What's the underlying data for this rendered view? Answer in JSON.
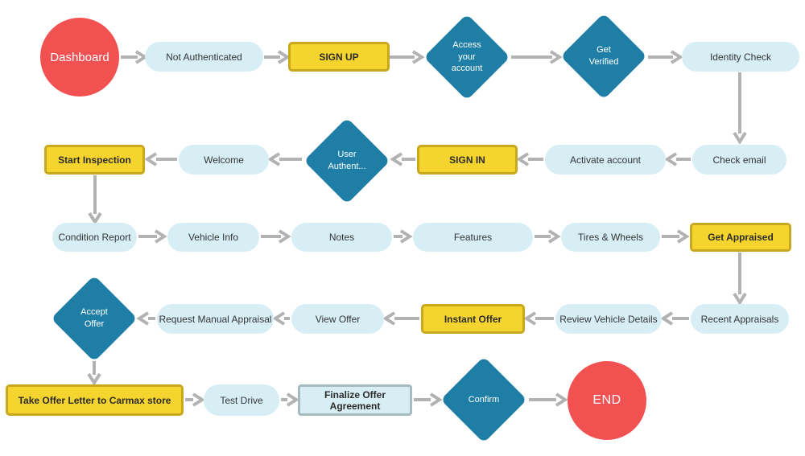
{
  "colors": {
    "red": "#F25152",
    "teal": "#1E7EA5",
    "yellow": "#F6D42E",
    "yellow-border": "#C7A81F",
    "pill": "#D7EFF4",
    "sub-border": "#A6BAC0",
    "arrow": "#B2B2B2"
  },
  "nodes": {
    "dashboard": {
      "label": "Dashboard",
      "type": "start"
    },
    "not_authenticated": {
      "label": "Not Authenticated",
      "type": "pill"
    },
    "sign_up": {
      "label": "SIGN UP",
      "type": "process"
    },
    "access_account": {
      "label": "Access your account",
      "type": "decision"
    },
    "get_verified": {
      "label": "Get Verified",
      "type": "decision"
    },
    "identity_check": {
      "label": "Identity Check",
      "type": "pill"
    },
    "check_email": {
      "label": "Check email",
      "type": "pill"
    },
    "activate_account": {
      "label": "Activate account",
      "type": "pill"
    },
    "sign_in": {
      "label": "SIGN IN",
      "type": "process"
    },
    "user_authenticated": {
      "label": "User Authent...",
      "type": "decision"
    },
    "welcome": {
      "label": "Welcome",
      "type": "pill"
    },
    "start_inspection": {
      "label": "Start Inspection",
      "type": "process"
    },
    "condition_report": {
      "label": "Condition Report",
      "type": "pill"
    },
    "vehicle_info": {
      "label": "Vehicle Info",
      "type": "pill"
    },
    "notes": {
      "label": "Notes",
      "type": "pill"
    },
    "features": {
      "label": "Features",
      "type": "pill"
    },
    "tires_wheels": {
      "label": "Tires & Wheels",
      "type": "pill"
    },
    "get_appraised": {
      "label": "Get Appraised",
      "type": "process"
    },
    "recent_appraisals": {
      "label": "Recent Appraisals",
      "type": "pill"
    },
    "review_vehicle_details": {
      "label": "Review Vehicle Details",
      "type": "pill"
    },
    "instant_offer": {
      "label": "Instant Offer",
      "type": "process"
    },
    "view_offer": {
      "label": "View Offer",
      "type": "pill"
    },
    "request_manual_appraisal": {
      "label": "Request Manual Appraisal",
      "type": "pill"
    },
    "accept_offer": {
      "label": "Accept Offer",
      "type": "decision"
    },
    "take_offer_letter": {
      "label": "Take Offer Letter to Carmax store",
      "type": "process"
    },
    "test_drive": {
      "label": "Test Drive",
      "type": "pill"
    },
    "finalize_offer_agreement": {
      "label": "Finalize Offer Agreement",
      "type": "subprocess"
    },
    "confirm": {
      "label": "Confirm",
      "type": "decision"
    },
    "end": {
      "label": "END",
      "type": "end"
    }
  }
}
